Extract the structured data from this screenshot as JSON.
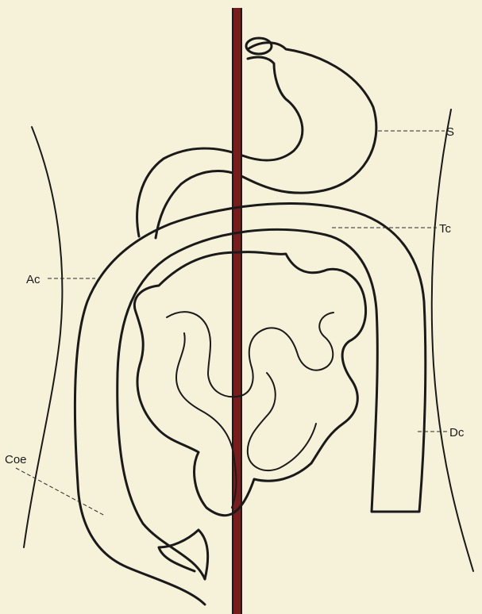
{
  "diagram": {
    "colors": {
      "background": "#f6f2d9",
      "outline": "#1a1a1a",
      "midline": "#7a1c1c"
    },
    "labels": {
      "stomach": "S",
      "transverse_colon": "Tc",
      "ascending_colon": "Ac",
      "descending_colon": "Dc",
      "caecum": "Coe"
    }
  }
}
